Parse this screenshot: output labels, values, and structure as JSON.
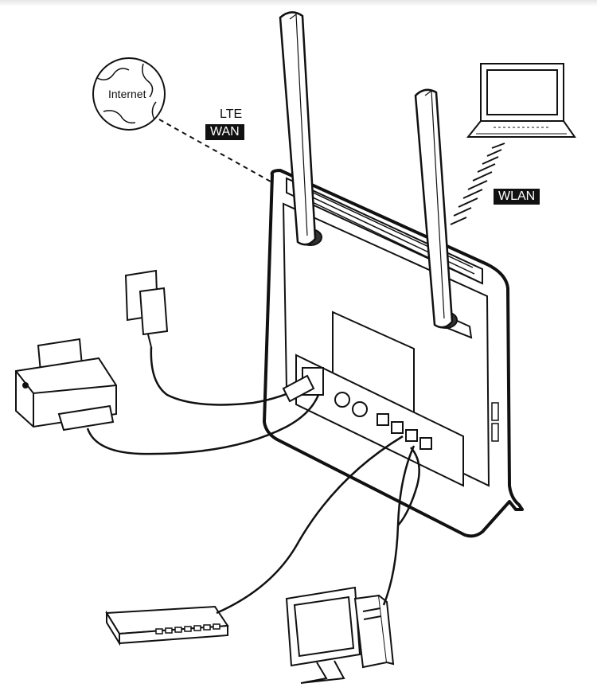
{
  "labels": {
    "internet": "Internet",
    "lte": "LTE",
    "wan": "WAN",
    "wlan": "WLAN"
  },
  "devices": [
    {
      "name": "internet-cloud-icon"
    },
    {
      "name": "router-icon"
    },
    {
      "name": "laptop-icon"
    },
    {
      "name": "power-adapter-icon"
    },
    {
      "name": "printer-icon"
    },
    {
      "name": "network-switch-icon"
    },
    {
      "name": "desktop-computer-icon"
    }
  ],
  "colors": {
    "line": "#111111",
    "tag_bg": "#111111",
    "tag_text": "#ffffff",
    "background": "#ffffff"
  }
}
